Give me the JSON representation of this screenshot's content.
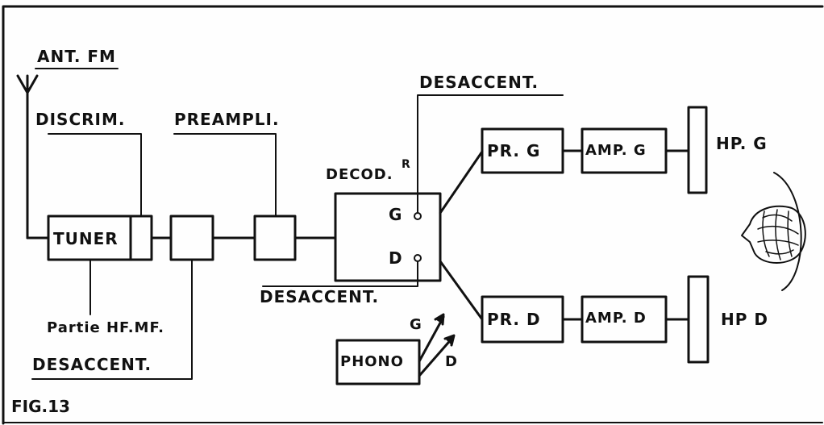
{
  "figure": {
    "caption": "FIG.13",
    "labels": {
      "antenna": "ANT. FM",
      "discrim": "DISCRIM.",
      "preampli": "PREAMPLI.",
      "decoder": "DECOD.",
      "decoder_sup": "R",
      "desaccent_top": "DESACCENT.",
      "desaccent_mid": "DESACCENT.",
      "desaccent_bottom": "DESACCENT.",
      "partie": "Partie HF.MF.",
      "hp_left": "HP. G",
      "hp_right": "HP D"
    },
    "blocks": {
      "tuner": "TUNER",
      "pr_left": "PR. G",
      "amp_left": "AMP. G",
      "pr_right": "PR. D",
      "amp_right": "AMP. D",
      "phono": "PHONO"
    },
    "ports": {
      "decoder_left": "G",
      "decoder_right": "D",
      "phono_left": "G",
      "phono_right": "D"
    }
  }
}
